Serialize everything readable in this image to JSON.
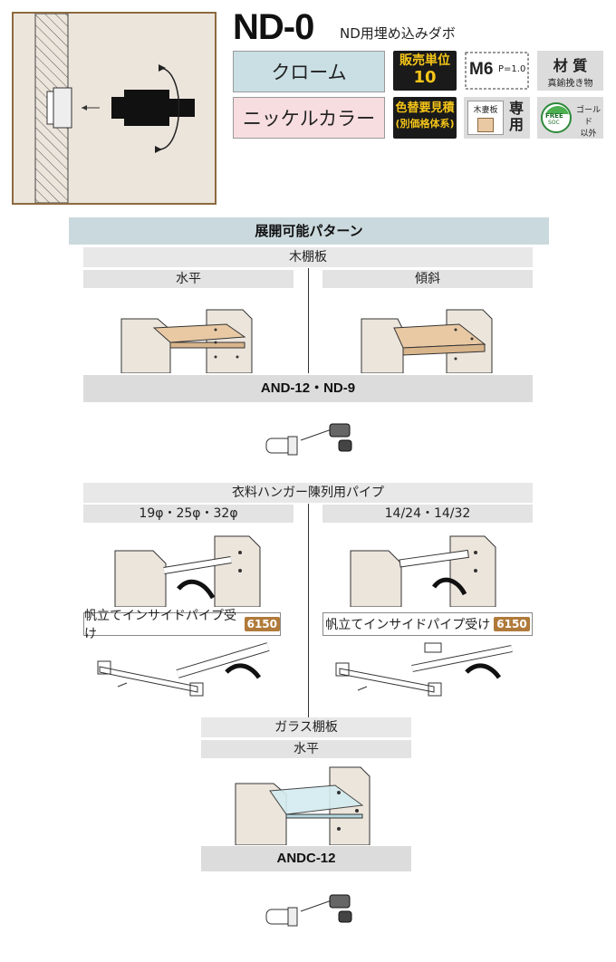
{
  "header": {
    "title": "ND-0",
    "subtitle": "ND用埋め込みダボ"
  },
  "colors": {
    "chrome_label": "クローム",
    "nickel_label": "ニッケルカラー"
  },
  "badges": {
    "sales_unit_label": "販売単位",
    "sales_unit_value": "10",
    "recolor_line1": "色替要見積",
    "recolor_line2": "(別価格体系)",
    "thread_size": "M6",
    "thread_pitch": "P=1.0",
    "wood_label": "木妻板",
    "exclusive_1": "専",
    "exclusive_2": "用",
    "material_title": "材 質",
    "material_value": "真鍮挽き物",
    "eco_text": "FREE",
    "eco_sub": "SOC",
    "gold_excluded_1": "ゴールド",
    "gold_excluded_2": "以外"
  },
  "patterns": {
    "heading": "展開可能パターン",
    "wood_shelf": "木棚板",
    "horizontal": "水平",
    "inclined": "傾斜",
    "wood_codes": "AND-12・ND-9",
    "hanger_pipe": "衣料ハンガー陳列用パイプ",
    "pipe_sizes_left": "19φ・25φ・32φ",
    "pipe_sizes_right": "14/24・14/32",
    "inside_pipe_receiver": "帆立てインサイドパイプ受け",
    "inside_pipe_number": "6150",
    "glass_shelf": "ガラス棚板",
    "glass_horizontal": "水平",
    "glass_codes": "ANDC-12"
  }
}
